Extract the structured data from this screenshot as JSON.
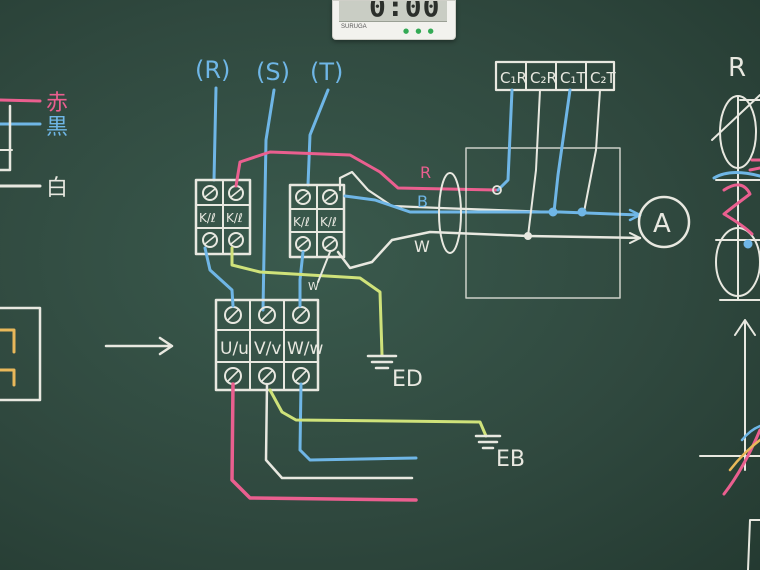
{
  "clock": {
    "display": "0:00",
    "brand": "SURUGA"
  },
  "legend": {
    "red": "赤",
    "black": "黒",
    "white": "白"
  },
  "phases": {
    "r": "(R)",
    "s": "(S)",
    "t": "(T)"
  },
  "ct_labels": [
    "C₁R",
    "C₂R",
    "C₁T",
    "C₂T"
  ],
  "ammeter": "A",
  "wire_labels": {
    "r": "R",
    "b": "B",
    "w": "W"
  },
  "terminal_k": "K/ℓ",
  "output_terminals": [
    "U/u",
    "V/v",
    "W/w"
  ],
  "small_w": "W",
  "grounds": {
    "ed": "ED",
    "eb": "EB"
  },
  "right_letter": "R",
  "colors": {
    "board": "#2f4a3f",
    "chalk_white": "#e8e8e0",
    "chalk_blue": "#6fb6e6",
    "chalk_pink": "#ea5f8f",
    "chalk_yellow": "#cfe27a",
    "chalk_orange": "#e9b85a"
  }
}
